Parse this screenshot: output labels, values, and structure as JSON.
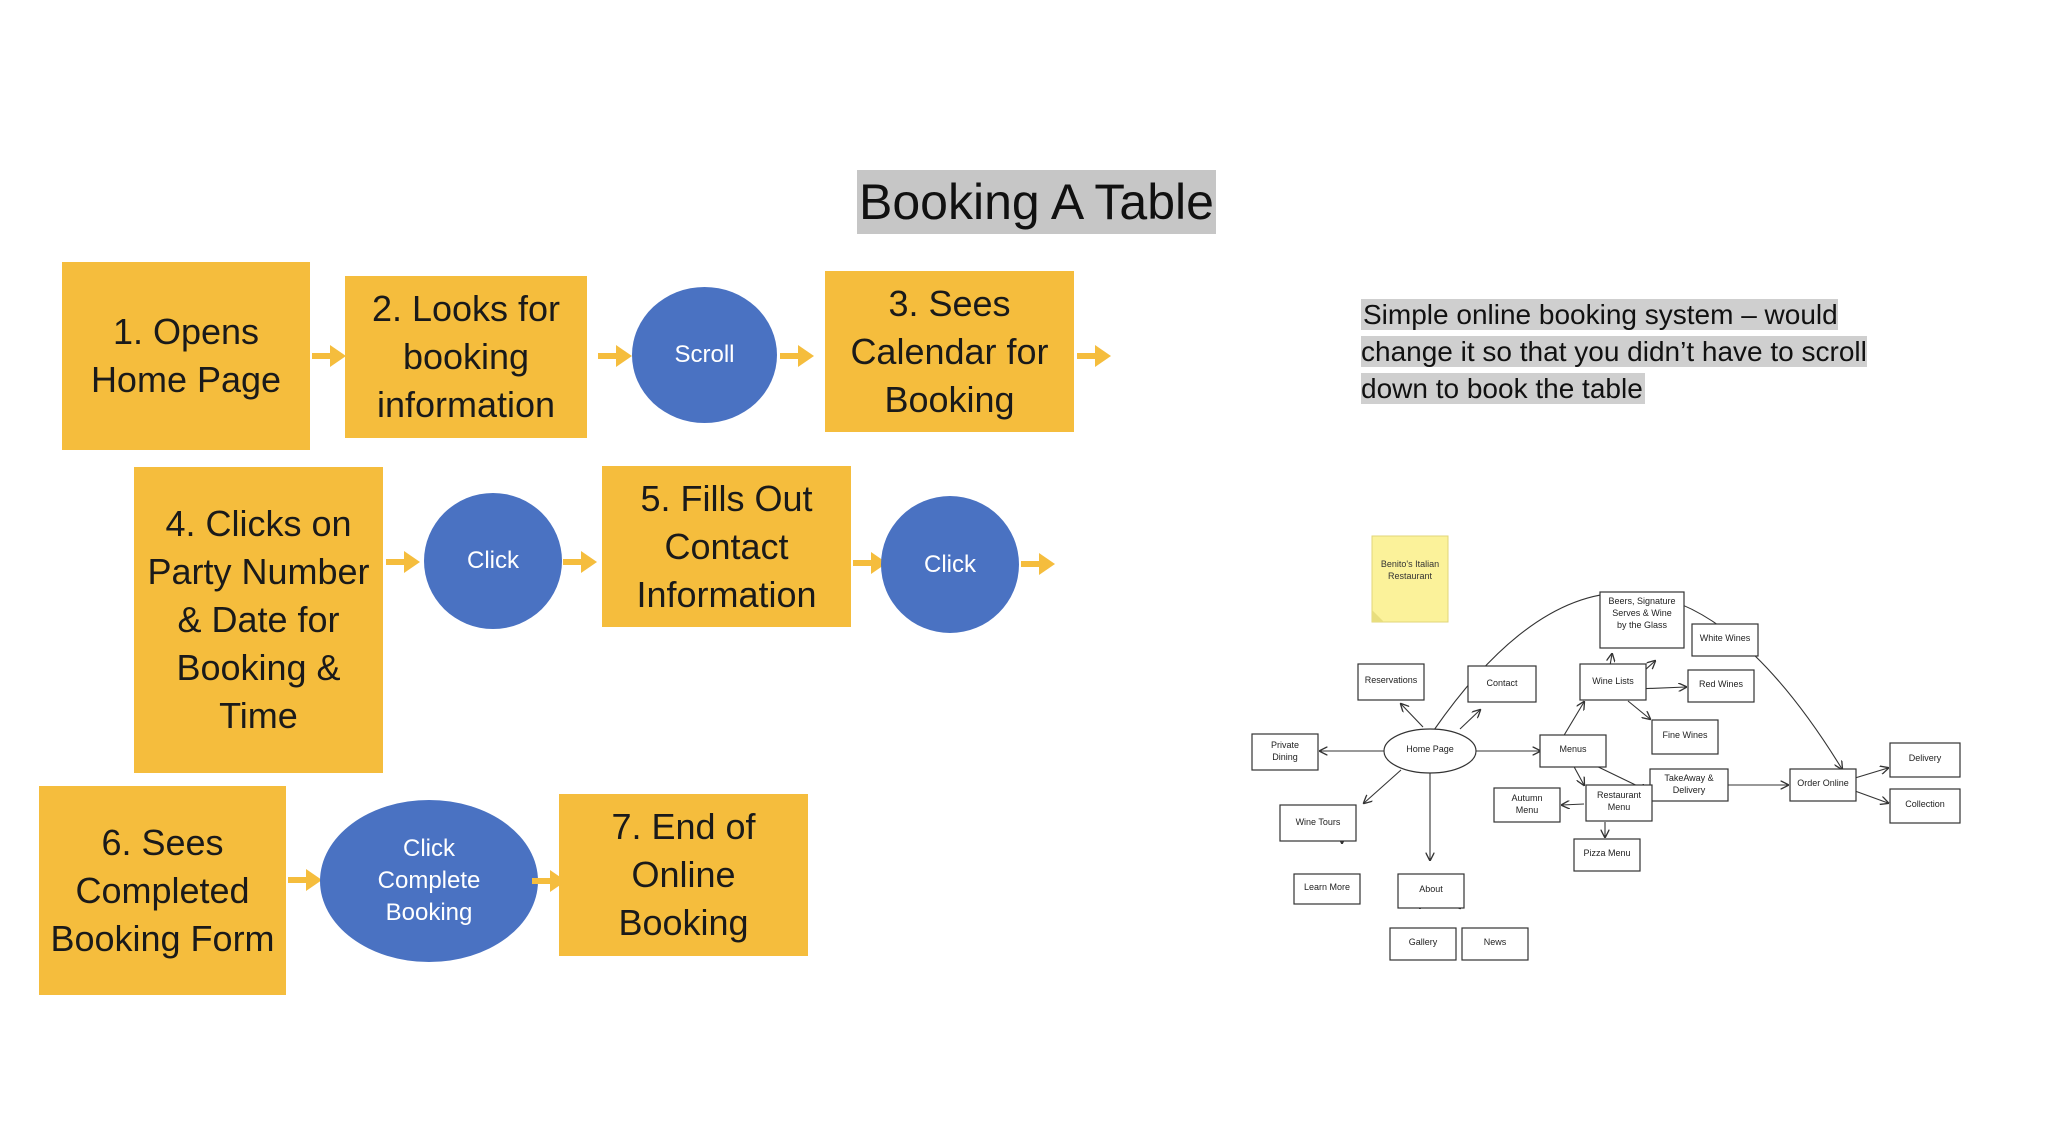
{
  "title": "Booking A Table",
  "steps": {
    "s1": "1. Opens Home Page",
    "s2": "2. Looks for booking information",
    "s3": "3. Sees Calendar for Booking",
    "s4": "4. Clicks on Party Number & Date for Booking & Time",
    "s5": "5. Fills Out Contact Information",
    "s6": "6. Sees Completed Booking Form",
    "s7": "7. End of Online Booking"
  },
  "actions": {
    "scroll": "Scroll",
    "click1": "Click",
    "click2": "Click",
    "click_complete": "Click Complete Booking"
  },
  "note": "Simple online booking system – would change it so that you didn’t have to scroll down to book the table",
  "sitemap": {
    "sticky": "Benito's Italian Restaurant",
    "home": "Home Page",
    "reservations": "Reservations",
    "contact": "Contact",
    "private_dining": "Private Dining",
    "wine_tours": "Wine Tours",
    "learn_more": "Learn More",
    "about": "About",
    "gallery": "Gallery",
    "news": "News",
    "menus": "Menus",
    "wine_lists": "Wine Lists",
    "beers": "Beers, Signature Serves & Wine by the Glass",
    "white_wines": "White Wines",
    "red_wines": "Red Wines",
    "fine_wines": "Fine Wines",
    "takeaway": "TakeAway & Delivery",
    "restaurant_menu": "Restaurant Menu",
    "autumn_menu": "Autumn Menu",
    "pizza_menu": "Pizza Menu",
    "order_online": "Order Online",
    "delivery": "Delivery",
    "collection": "Collection"
  },
  "colors": {
    "box": "#f5bd3d",
    "circle": "#4a72c2",
    "highlight": "#c6c6c6"
  }
}
